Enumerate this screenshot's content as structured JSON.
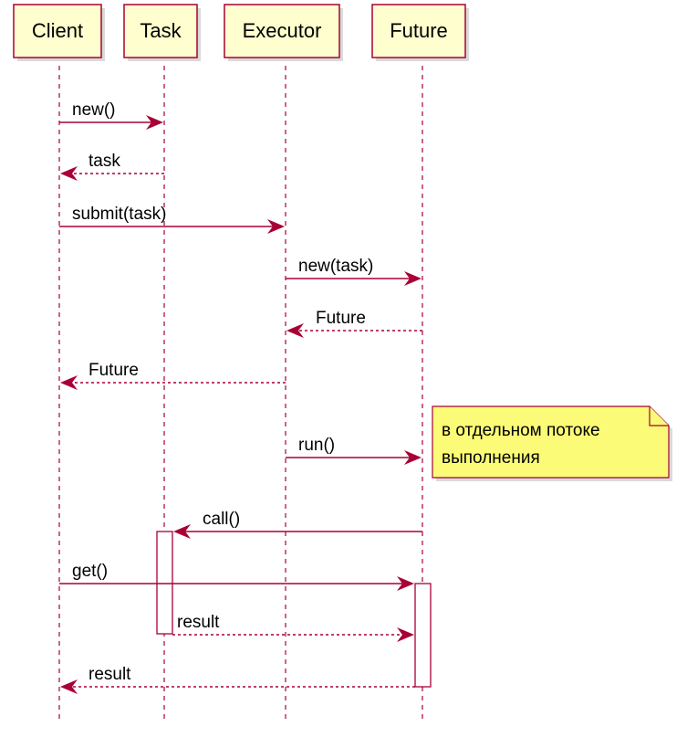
{
  "participants": [
    {
      "id": "client",
      "label": "Client"
    },
    {
      "id": "task",
      "label": "Task"
    },
    {
      "id": "executor",
      "label": "Executor"
    },
    {
      "id": "future",
      "label": "Future"
    }
  ],
  "messages": [
    {
      "label": "new()",
      "from": "client",
      "to": "task",
      "style": "solid"
    },
    {
      "label": "task",
      "from": "task",
      "to": "client",
      "style": "dashed"
    },
    {
      "label": "submit(task)",
      "from": "client",
      "to": "executor",
      "style": "solid"
    },
    {
      "label": "new(task)",
      "from": "executor",
      "to": "future",
      "style": "solid"
    },
    {
      "label": "Future",
      "from": "future",
      "to": "executor",
      "style": "dashed"
    },
    {
      "label": "Future",
      "from": "executor",
      "to": "client",
      "style": "dashed"
    },
    {
      "label": "run()",
      "from": "executor",
      "to": "future",
      "style": "solid"
    },
    {
      "label": "call()",
      "from": "future",
      "to": "task",
      "style": "solid"
    },
    {
      "label": "get()",
      "from": "client",
      "to": "future",
      "style": "solid"
    },
    {
      "label": "result",
      "from": "task",
      "to": "future",
      "style": "dashed"
    },
    {
      "label": "result",
      "from": "future",
      "to": "client",
      "style": "dashed"
    }
  ],
  "note": {
    "lines": [
      "в отдельном потоке",
      "выполнения"
    ],
    "attached_to": "future"
  },
  "colors": {
    "line": "#A80036",
    "participant_fill": "#FEFECE",
    "note_fill": "#FBFB77",
    "activation_fill": "#FFFFFF"
  }
}
